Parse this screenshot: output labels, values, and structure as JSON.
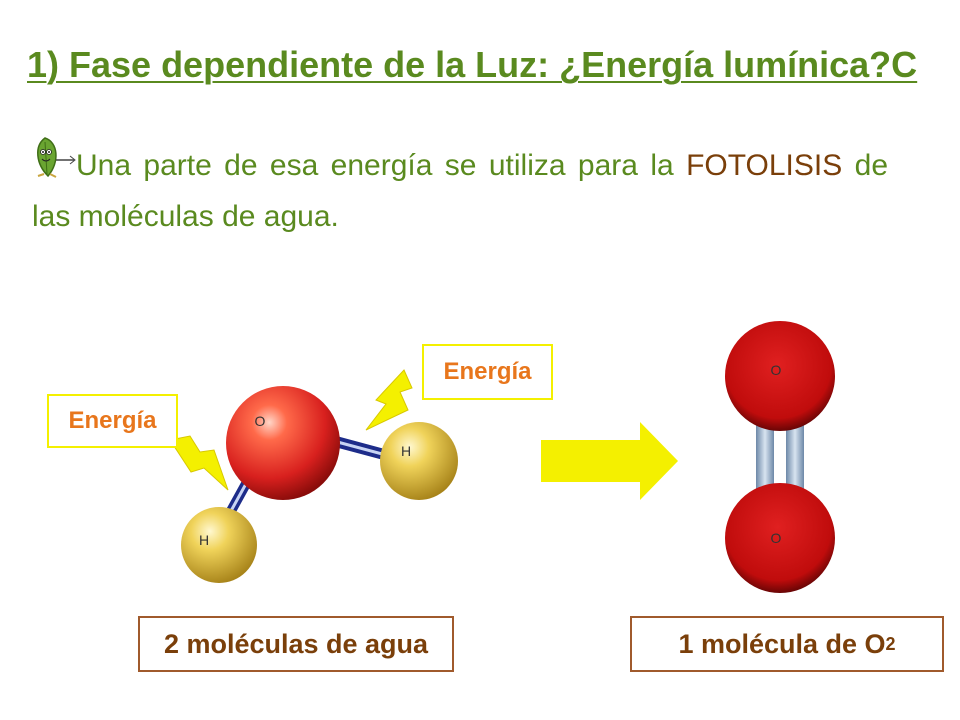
{
  "title": "1) Fase dependiente de la Luz: ¿Energía lumínica?C",
  "paragraph": {
    "part1": "Una parte de esa energía se utiliza para la",
    "term": "FOTOLISIS",
    "part2": "de las moléculas de agua."
  },
  "energy_labels": [
    "Energía",
    "Energía"
  ],
  "water": {
    "atoms": {
      "oxygen": "O",
      "hydrogen_right": "H",
      "hydrogen_left": "H"
    },
    "caption": "2 moléculas de agua"
  },
  "oxygen_molecule": {
    "atoms": {
      "top": "O",
      "bottom": "O"
    },
    "caption_prefix": "1 molécula de O",
    "caption_sub": "2"
  },
  "colors": {
    "title": "#5a8a1f",
    "term": "#7a3f0a",
    "energy_text": "#e8761c",
    "label_border": "#f4f000",
    "arrow": "#f4f000",
    "oxygen_atom": "#d8201e",
    "hydrogen_atom": "#e8c84a",
    "caption_border": "#a05a2c"
  },
  "icons": [
    "leaf-bullet-icon",
    "lightning-bolt-icon",
    "right-arrow-icon"
  ]
}
